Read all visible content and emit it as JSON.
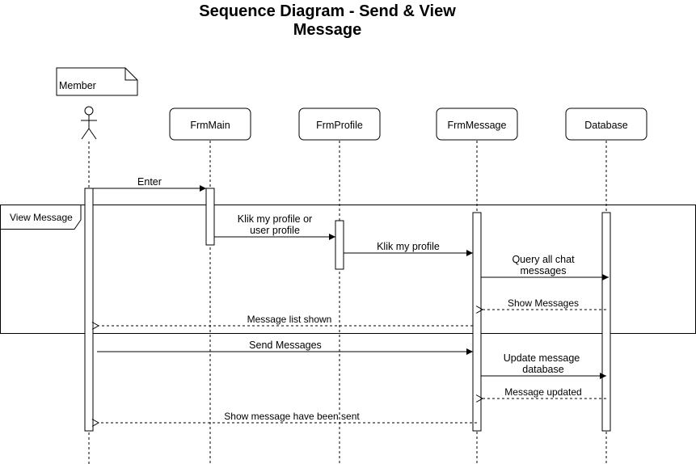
{
  "title": {
    "line1": "Sequence Diagram - Send & View",
    "line2": "Message"
  },
  "note": {
    "text": "Member"
  },
  "actor": {
    "name": "Member",
    "icon": "stick-figure-icon"
  },
  "participants": [
    "FrmMain",
    "FrmProfile",
    "FrmMessage",
    "Database"
  ],
  "fragment": {
    "label": "View Message"
  },
  "messages": {
    "enter": "Enter",
    "klik_profile_1": "Klik my profile or",
    "klik_profile_2": "user profile",
    "klik_my_profile": "Klik my profile",
    "query_1": "Query all chat",
    "query_2": "messages",
    "show_messages": "Show Messages",
    "message_list_shown": "Message list shown",
    "send_messages": "Send Messages",
    "update_1": "Update message",
    "update_2": "database",
    "message_updated": "Message updated",
    "show_sent": "Show message have been sent"
  }
}
